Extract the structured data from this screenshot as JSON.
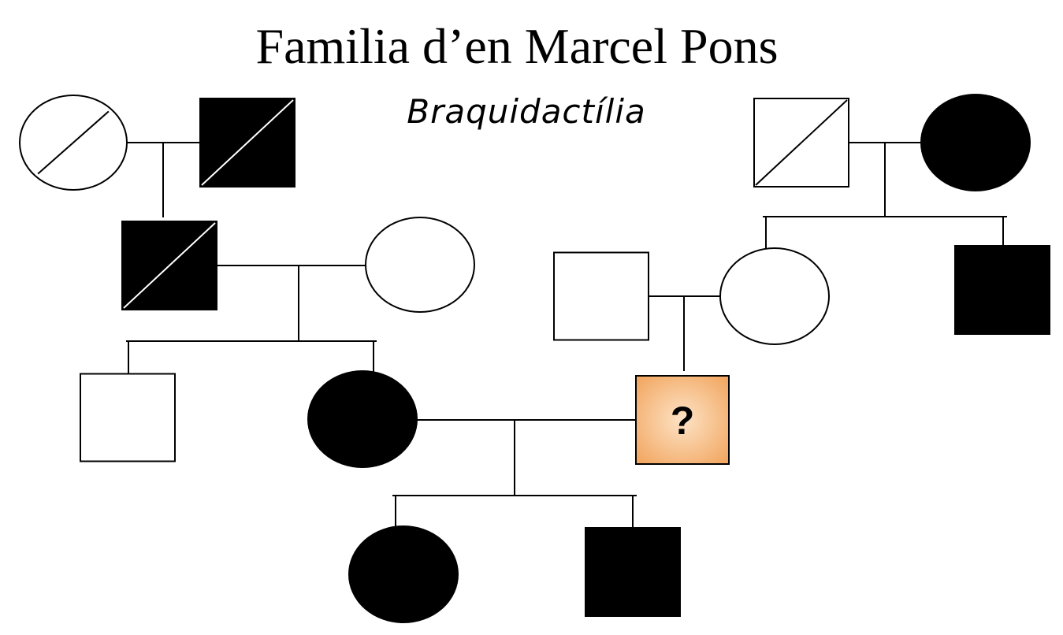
{
  "title": "Familia d’en Marcel Pons",
  "subtitle": "Braquidactília",
  "colors": {
    "affected": "#000000",
    "unaffected": "#ffffff",
    "unknown_light": "#fde3c6",
    "unknown_dark": "#f2a863",
    "line": "#000000"
  },
  "individuals": [
    {
      "id": "gf-pat-mother",
      "sex": "female",
      "status": "unaffected",
      "deceased": true
    },
    {
      "id": "gf-pat-father",
      "sex": "male",
      "status": "affected",
      "deceased": true
    },
    {
      "id": "pat-grandfather",
      "sex": "male",
      "status": "affected",
      "deceased": true
    },
    {
      "id": "pat-grandmother",
      "sex": "female",
      "status": "unaffected",
      "deceased": false
    },
    {
      "id": "mat-gf",
      "sex": "male",
      "status": "unaffected",
      "deceased": true
    },
    {
      "id": "mat-gm",
      "sex": "female",
      "status": "affected",
      "deceased": false
    },
    {
      "id": "father",
      "sex": "male",
      "status": "unaffected",
      "deceased": false
    },
    {
      "id": "mother",
      "sex": "female",
      "status": "unaffected",
      "deceased": false
    },
    {
      "id": "maternal-uncle",
      "sex": "male",
      "status": "affected",
      "deceased": false
    },
    {
      "id": "uncle",
      "sex": "male",
      "status": "unaffected",
      "deceased": false
    },
    {
      "id": "aunt-wife",
      "sex": "female",
      "status": "affected",
      "deceased": false
    },
    {
      "id": "marcel-pons",
      "sex": "male",
      "status": "unknown",
      "deceased": false,
      "label": "?"
    },
    {
      "id": "daughter",
      "sex": "female",
      "status": "affected",
      "deceased": false
    },
    {
      "id": "son",
      "sex": "male",
      "status": "affected",
      "deceased": false
    }
  ]
}
